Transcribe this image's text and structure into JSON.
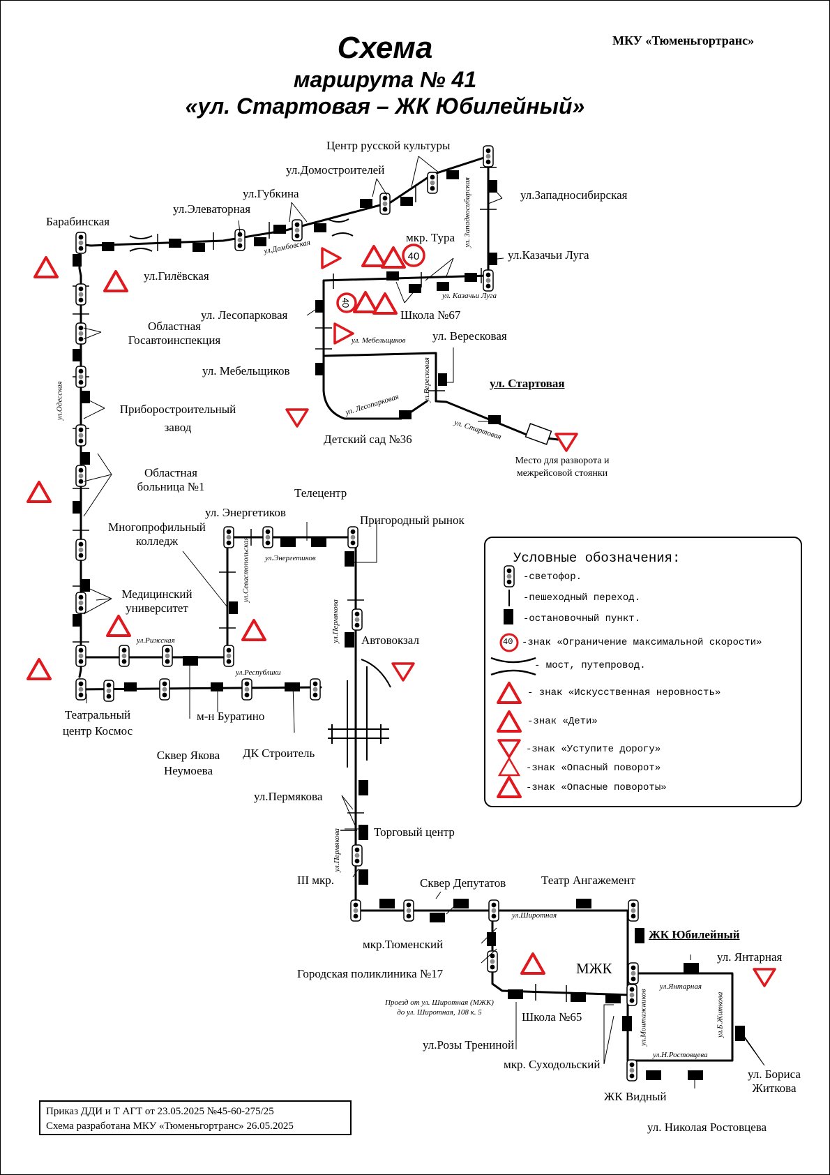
{
  "header": {
    "title": "Схема",
    "route": "маршрута № 41",
    "name": "«ул. Стартовая – ЖК Юбилейный»",
    "org": "МКУ «Тюменьгортранс»"
  },
  "stops": {
    "tsrk": "Центр русской культуры",
    "domostr": "ул.Домостроителей",
    "gubkina": "ул.Губкина",
    "elevat": "ул.Элеваторная",
    "barab": "Барабинская",
    "gilev": "ул.Гилёвская",
    "zapsib": "ул.Западносибирская",
    "kazluga": "ул.Казачьи Луга",
    "tura": "мкр. Тура",
    "lesopark": "ул. Лесопарковая",
    "shkola67": "Школа №67",
    "gai1": "Областная",
    "gai2": "Госавтоинспекция",
    "vereskov": "ул. Вересковая",
    "mebel": "ул. Мебельщиков",
    "startovaya": "ул. Стартовая",
    "pribor1": "Приборостроительный",
    "pribor2": "завод",
    "detsad": "Детский сад №36",
    "turn1": "Место для разворота и",
    "turn2": "межрейсовой стоянки",
    "bolnica1": "Областная",
    "bolnica2": "больница №1",
    "telecentr": "Телецентр",
    "energ": "ул. Энергетиков",
    "rynok": "Пригородный рынок",
    "kolledzh1": "Многопрофильный",
    "kolledzh2": "колледж",
    "med1": "Медицинский",
    "med2": "университет",
    "avtovokzal": "Автовокзал",
    "kosmos1": "Театральный",
    "kosmos2": "центр Космос",
    "buratino": "м-н Буратино",
    "skver1": "Сквер Якова",
    "skver2": "Неумоева",
    "dk": "ДК Строитель",
    "permyakova": "ул.Пермякова",
    "torg": "Торговый центр",
    "mkr3": "III мкр.",
    "deputat": "Сквер Депутатов",
    "angazh": "Театр Ангажемент",
    "tyumen": "мкр.Тюменский",
    "yubil": "ЖК Юбилейный",
    "yantar": "ул. Янтарная",
    "poliklin": "Городская поликлиника №17",
    "mzhk": "МЖК",
    "shkola65": "Школа №65",
    "trenina": "ул.Розы Трениной",
    "suhodol": "мкр. Суходольский",
    "zhitkova1": "ул. Бориса",
    "zhitkova2": "Житкова",
    "vidny": "ЖК Видный",
    "rostovc": "ул. Николая Ростовцева"
  },
  "streets": {
    "dambovskaya": "ул.Дамбовская",
    "zapadnosib": "ул. Западносибирская",
    "kazluga": "ул. Казачьи Луга",
    "mebelsh": "ул. Мебельщиков",
    "lesopark": "ул. Лесопарковая",
    "vereskov": "ул.Вересковая",
    "startov": "ул. Стартовая",
    "odesskaya": "ул.Одесская",
    "sevastop": "ул.Севастопольская",
    "energet": "ул.Энергетиков",
    "permyak1": "ул.Пермякова",
    "rizhskaya": "ул.Рижская",
    "respubliki": "ул.Республики",
    "permyak2": "ул.Пермякова",
    "shirotnaya": "ул.Широтная",
    "yantarnaya": "ул.Янтарная",
    "zhitkova": "ул.Б.Житкова",
    "montazh": "ул.Монтажников",
    "nrostov": "ул.Н.Ростовцева",
    "proezd1": "Проезд от ул. Широтная (МЖК)",
    "proezd2": "до ул. Широтная, 108 к. 5"
  },
  "signs": {
    "speed": "40"
  },
  "legend": {
    "title": "Условные обозначения:",
    "light": "-светофор.",
    "crossing": "-пешеходный переход.",
    "stop": "-остановочный пункт.",
    "speed": "-знак «Ограничение максимальной скорости»",
    "bridge": "- мост, путепровод.",
    "bump": "- знак «Искусственная неровность»",
    "kids": "-знак «Дети»",
    "yield": "-знак «Уступите дорогу»",
    "curve": "-знак «Опасный поворот»",
    "curves": "-знак «Опасные повороты»"
  },
  "footer": {
    "order": "Приказ ДДИ и Т АГТ от 23.05.2025 №45-60-275/25",
    "dev": "Схема разработана МКУ «Тюменьгортранс» 26.05.2025"
  },
  "colors": {
    "sign_red": "#e0191e",
    "line": "#000000"
  }
}
